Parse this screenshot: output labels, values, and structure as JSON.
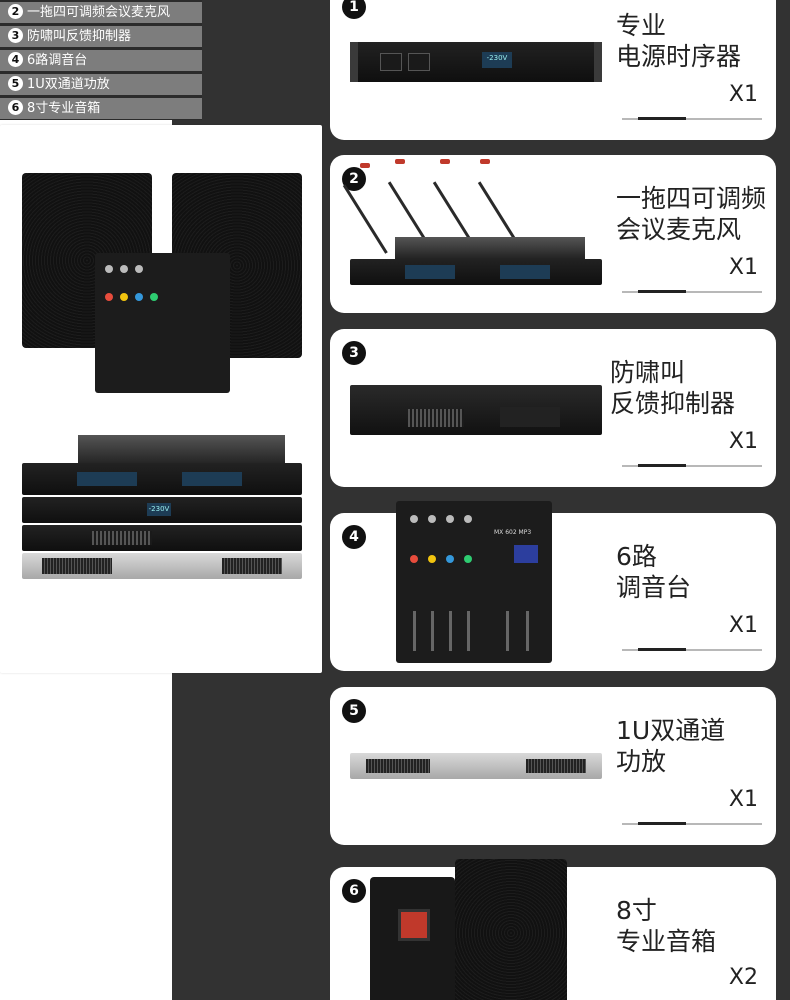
{
  "product_list": [
    {
      "num": "2",
      "label": "一拖四可调频会议麦克风"
    },
    {
      "num": "3",
      "label": "防啸叫反馈抑制器"
    },
    {
      "num": "4",
      "label": "6路调音台"
    },
    {
      "num": "5",
      "label": "1U双通道功放"
    },
    {
      "num": "6",
      "label": "8寸专业音箱"
    }
  ],
  "cards": [
    {
      "num": "1",
      "title_line1": "专业",
      "title_line2": "电源时序器",
      "qty": "X1"
    },
    {
      "num": "2",
      "title_line1": "一拖四可调频",
      "title_line2": "会议麦克风",
      "qty": "X1"
    },
    {
      "num": "3",
      "title_line1": "防啸叫",
      "title_line2": "反馈抑制器",
      "qty": "X1"
    },
    {
      "num": "4",
      "title_line1": "6路",
      "title_line2": "调音台",
      "qty": "X1"
    },
    {
      "num": "5",
      "title_line1": "1U双通道",
      "title_line2": "功放",
      "qty": "X1"
    },
    {
      "num": "6",
      "title_line1": "8寸",
      "title_line2": "专业音箱",
      "qty": "X2"
    }
  ],
  "device_text": {
    "sequencer_display": "-230V",
    "mixer_model": "MX 602 MP3"
  },
  "colors": {
    "band": "#323232",
    "list_bg": "#7d7d7d",
    "card_bg": "#ffffff",
    "mic_tip": "#c0392b"
  }
}
